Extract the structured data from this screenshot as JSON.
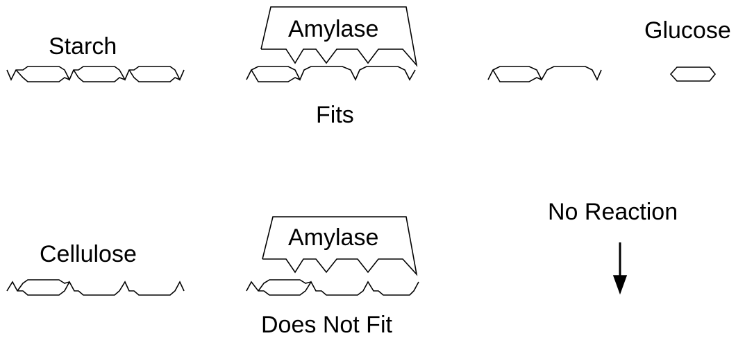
{
  "top_row": {
    "substrate_label": "Starch",
    "enzyme_label": "Amylase",
    "result_label": "Fits",
    "product_label": "Glucose"
  },
  "bottom_row": {
    "substrate_label": "Cellulose",
    "enzyme_label": "Amylase",
    "result_label": "Does Not Fit",
    "outcome_label": "No Reaction"
  },
  "colors": {
    "ink": "#000000",
    "background": "#ffffff"
  },
  "icons": {
    "down-arrow": "down-arrow-icon"
  }
}
